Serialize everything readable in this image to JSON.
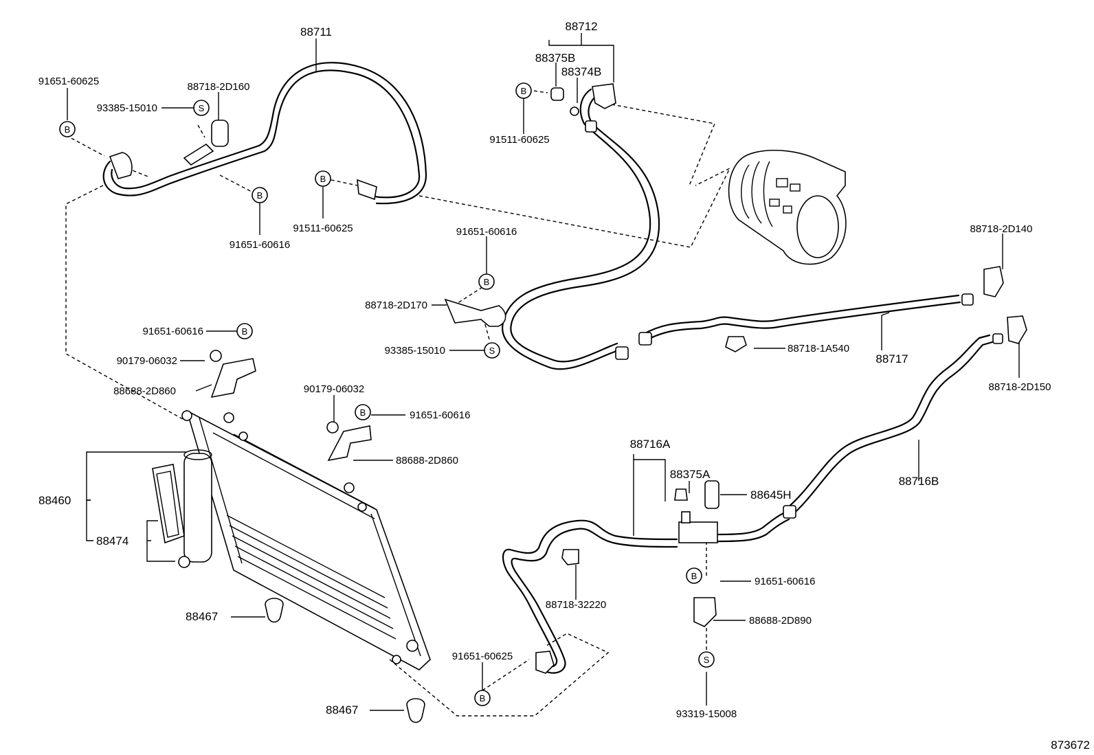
{
  "labels": {
    "p88711": "88711",
    "p88712": "88712",
    "p88375B": "88375B",
    "p88374B": "88374B",
    "p91651_60625_a": "91651-60625",
    "p88718_2D160": "88718-2D160",
    "p93385_15010_a": "93385-15010",
    "p91651_60616_a": "91651-60616",
    "p91511_60625_a": "91511-60625",
    "p91511_60625_b": "91511-60625",
    "p91651_60616_b": "91651-60616",
    "p88718_2D170": "88718-2D170",
    "p93385_15010_b": "93385-15010",
    "p88718_2D140": "88718-2D140",
    "p88718_1A540": "88718-1A540",
    "p88717": "88717",
    "p88718_2D150": "88718-2D150",
    "p91651_60616_c": "91651-60616",
    "p90179_06032_a": "90179-06032",
    "p88688_2D860_a": "88688-2D860",
    "p90179_06032_b": "90179-06032",
    "p91651_60616_d": "91651-60616",
    "p88688_2D860_b": "88688-2D860",
    "p88460": "88460",
    "p88474": "88474",
    "p88716A": "88716A",
    "p88375A": "88375A",
    "p88645H": "88645H",
    "p88716B": "88716B",
    "p91651_60616_e": "91651-60616",
    "p88718_32220": "88718-32220",
    "p88688_2D890": "88688-2D890",
    "p88467_a": "88467",
    "p88467_b": "88467",
    "p91651_60625_b": "91651-60625",
    "p93319_15008": "93319-15008",
    "figure_number": "873672"
  },
  "symbols": {
    "bolt": "B",
    "screw": "S"
  }
}
